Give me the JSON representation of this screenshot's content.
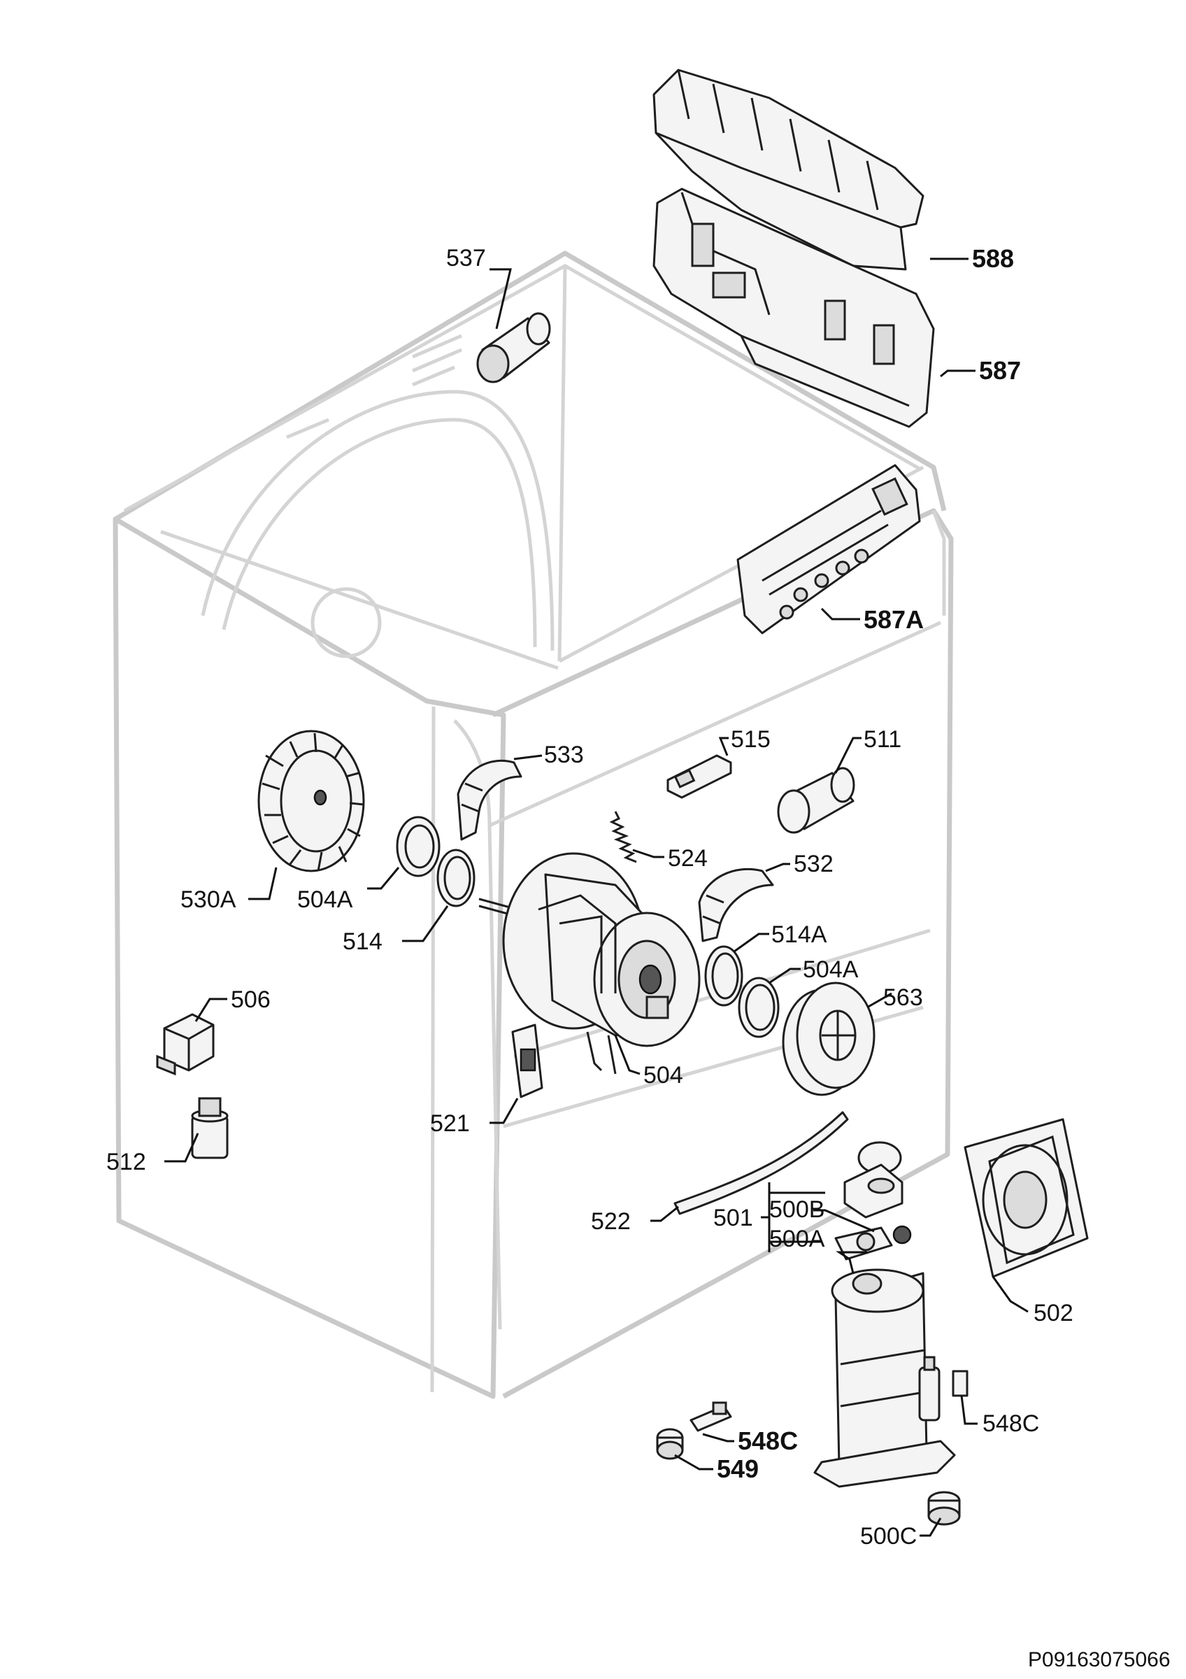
{
  "diagram": {
    "reference_code": "P09163075066",
    "labels": [
      {
        "id": "588",
        "text": "588"
      },
      {
        "id": "587",
        "text": "587"
      },
      {
        "id": "537",
        "text": "537"
      },
      {
        "id": "587A",
        "text": "587A"
      },
      {
        "id": "533",
        "text": "533"
      },
      {
        "id": "515",
        "text": "515"
      },
      {
        "id": "511",
        "text": "511"
      },
      {
        "id": "524",
        "text": "524"
      },
      {
        "id": "532",
        "text": "532"
      },
      {
        "id": "530A",
        "text": "530A"
      },
      {
        "id": "504A_left",
        "text": "504A"
      },
      {
        "id": "514",
        "text": "514"
      },
      {
        "id": "514A",
        "text": "514A"
      },
      {
        "id": "504A_right",
        "text": "504A"
      },
      {
        "id": "563",
        "text": "563"
      },
      {
        "id": "506",
        "text": "506"
      },
      {
        "id": "504",
        "text": "504"
      },
      {
        "id": "521",
        "text": "521"
      },
      {
        "id": "512",
        "text": "512"
      },
      {
        "id": "522",
        "text": "522"
      },
      {
        "id": "501",
        "text": "501"
      },
      {
        "id": "500B",
        "text": "500B"
      },
      {
        "id": "500A",
        "text": "500A"
      },
      {
        "id": "502",
        "text": "502"
      },
      {
        "id": "548C_right",
        "text": "548C"
      },
      {
        "id": "548C_left",
        "text": "548C"
      },
      {
        "id": "549",
        "text": "549"
      },
      {
        "id": "500C",
        "text": "500C"
      }
    ]
  }
}
